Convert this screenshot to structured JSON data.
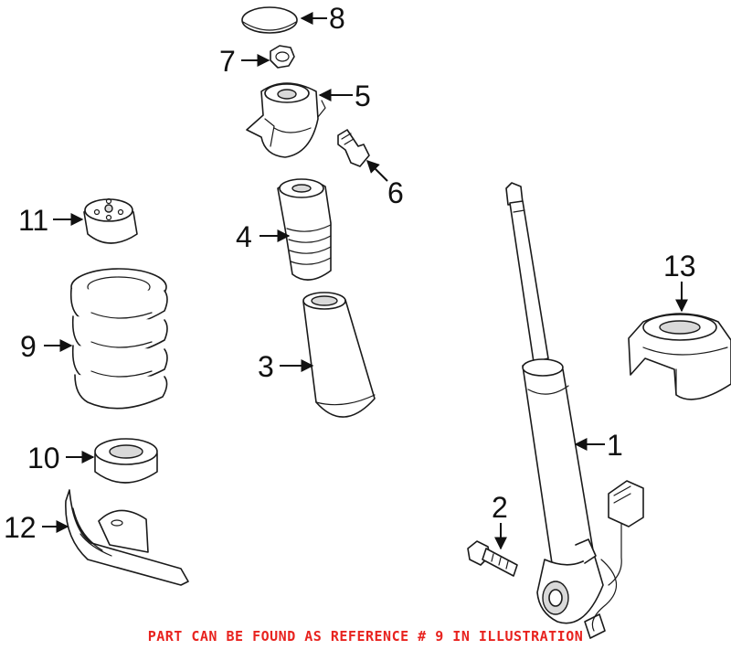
{
  "diagram": {
    "callouts": {
      "c1": "1",
      "c2": "2",
      "c3": "3",
      "c4": "4",
      "c5": "5",
      "c6": "6",
      "c7": "7",
      "c8": "8",
      "c9": "9",
      "c10": "10",
      "c11": "11",
      "c12": "12",
      "c13": "13"
    },
    "caption": "PART CAN BE FOUND AS REFERENCE # 9 IN ILLUSTRATION",
    "caption_color": "#e8231f"
  }
}
